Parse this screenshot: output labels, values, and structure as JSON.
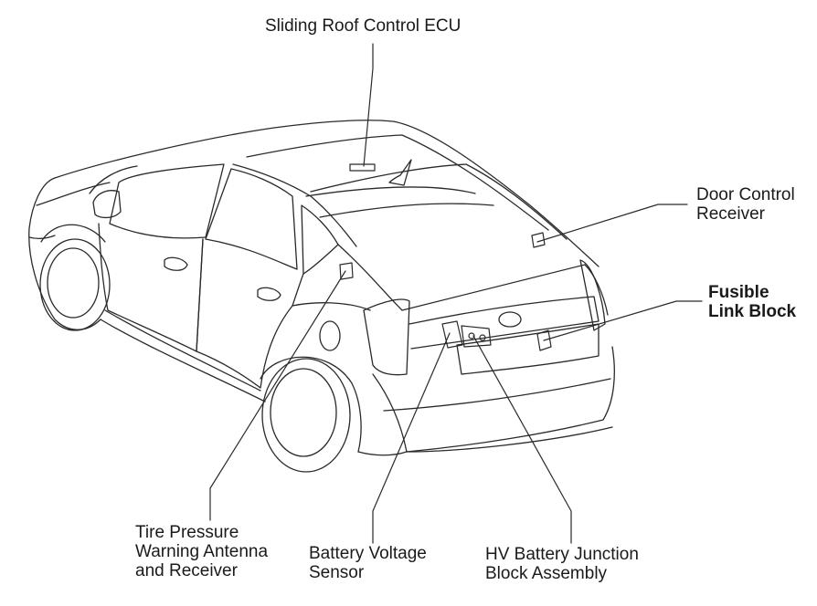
{
  "labels": {
    "sliding_roof_ecu": "Sliding Roof Control ECU",
    "door_control_receiver": [
      "Door Control",
      "Receiver"
    ],
    "fusible_link_block": [
      "Fusible",
      "Link Block"
    ],
    "tire_pressure_antenna": [
      "Tire Pressure",
      "Warning Antenna",
      "and Receiver"
    ],
    "battery_voltage_sensor": [
      "Battery Voltage",
      "Sensor"
    ],
    "hv_battery_junction": [
      "HV Battery Junction",
      "Block Assembly"
    ]
  },
  "colors": {
    "line": "#2a2a2a",
    "background": "#ffffff"
  }
}
